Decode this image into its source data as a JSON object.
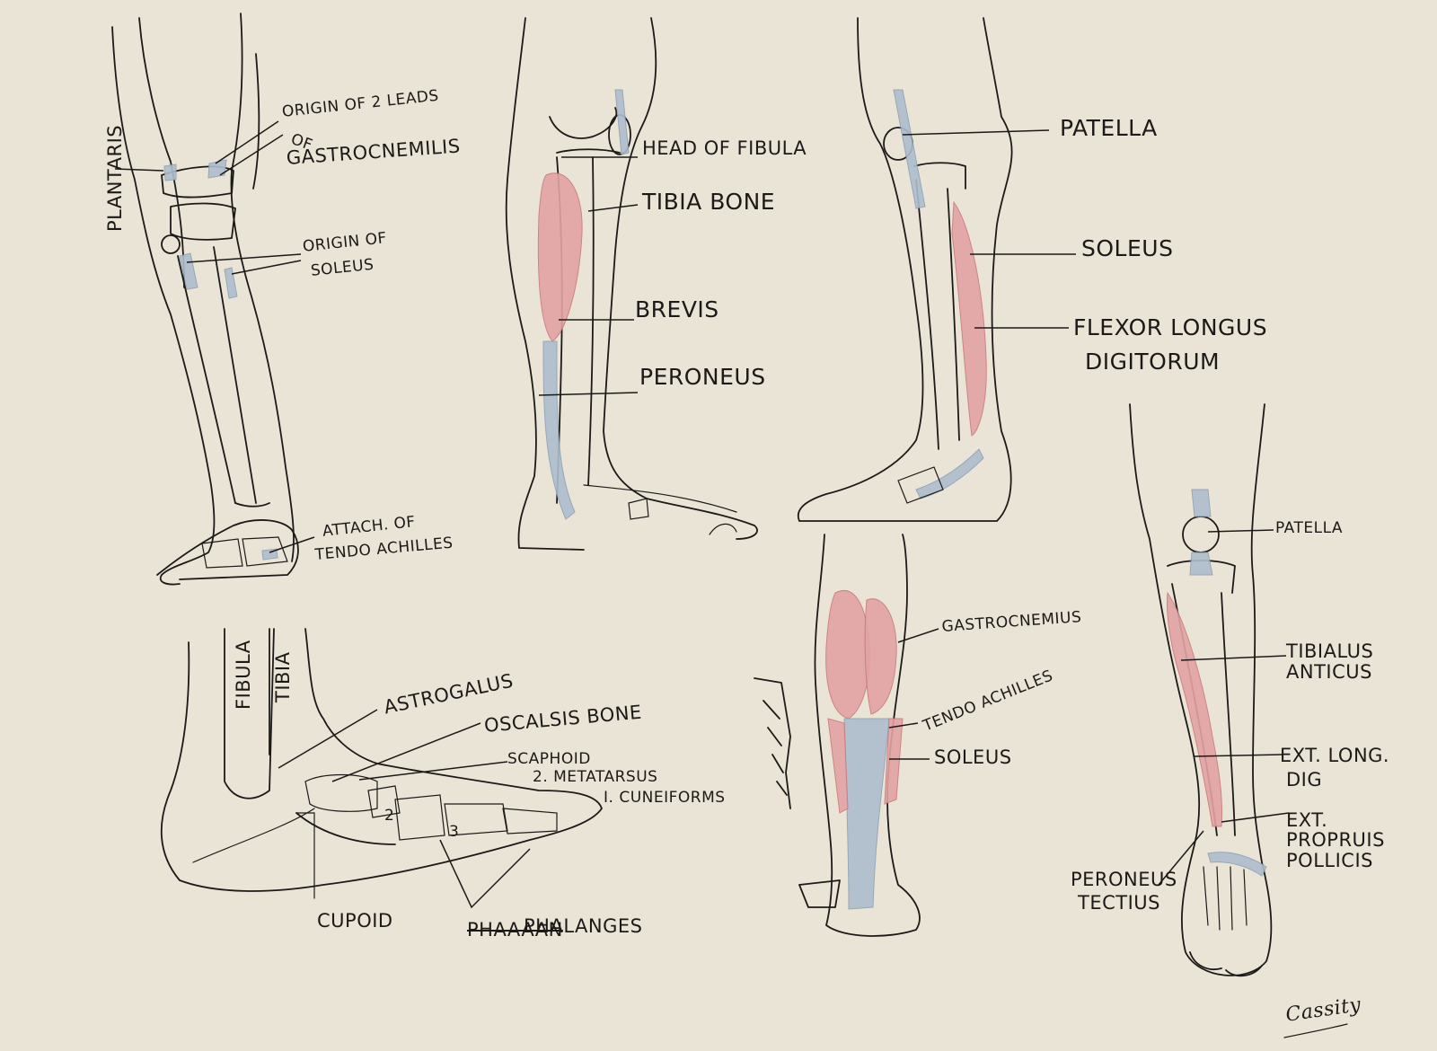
{
  "artwork": {
    "signature": "Cassity",
    "labels": {
      "plantaris": "PLANTARIS",
      "origin_gastro_1": "ORIGIN OF 2 LEADS",
      "origin_gastro_of": "OF",
      "origin_gastro_2": "GASTROCNEMILIS",
      "origin_soleus_1": "ORIGIN OF",
      "origin_soleus_2": "SOLEUS",
      "attach_achilles_1": "ATTACH. OF",
      "attach_achilles_2": "TENDO ACHILLES",
      "head_of_fibula": "HEAD OF FIBULA",
      "tibia_bone": "TIBIA BONE",
      "brevis": "BREVIS",
      "peroneus": "PERONEUS",
      "patella_1": "PATELLA",
      "soleus_1": "SOLEUS",
      "flexor_1": "FLEXOR LONGUS",
      "flexor_2": "DIGITORUM",
      "fibula": "FIBULA",
      "tibia": "TIBIA",
      "astrogalus": "ASTROGALUS",
      "oscalsis": "OSCALSIS BONE",
      "scaphoid": "SCAPHOID",
      "metatarsus": "2. METATARSUS",
      "cuneiforms": "I. CUNEIFORMS",
      "cupoid": "CUPOID",
      "phalanges_struck": "PHAAAAN",
      "phalanges": "PHALANGES",
      "num_2": "2",
      "num_3": "3",
      "gastrocnemius": "GASTROCNEMIUS",
      "tendo_achilles": "TENDO ACHILLES",
      "soleus_2": "SOLEUS",
      "patella_2": "PATELLA",
      "tibialus_1": "TIBIALUS",
      "tibialus_2": "ANTICUS",
      "ext_long_1": "EXT. LONG.",
      "ext_long_2": "DIG",
      "ext_prop_1": "EXT.",
      "ext_prop_2": "PROPRUIS",
      "ext_prop_3": "POLLICIS",
      "peroneus_t_1": "PERONEUS",
      "peroneus_t_2": "TECTIUS"
    }
  }
}
